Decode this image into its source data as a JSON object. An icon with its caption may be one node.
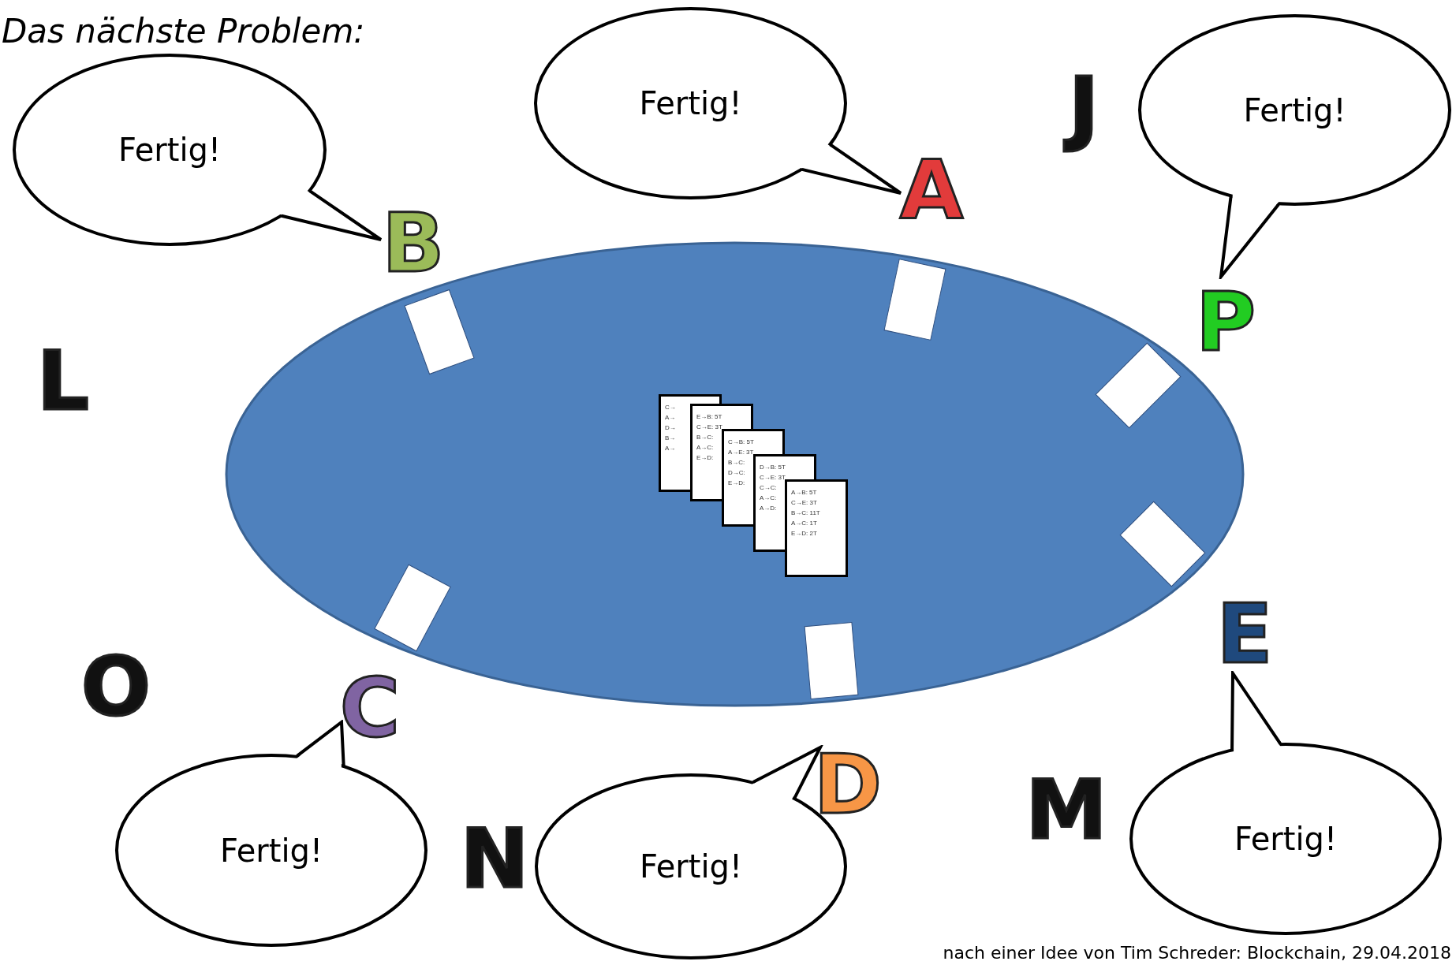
{
  "diagram": {
    "title": "Das nächste Problem:",
    "caption": "nach einer Idee von Tim Schreder: Blockchain, 29.04.2018",
    "nodes": [
      {
        "text": [
          "Fertig!"
        ]
      },
      {
        "text": [
          "Fertig!"
        ]
      },
      {
        "text": [
          "Fertig!"
        ]
      },
      {
        "text": [
          "Fertig!"
        ]
      },
      {
        "text": [
          "Fertig!"
        ]
      },
      {
        "text": [
          "Fertig!"
        ]
      },
      {
        "text": [],
        "shape": "ellipse"
      },
      {
        "text": [],
        "shape": "box",
        "in": 6
      },
      {
        "text": [],
        "shape": "box",
        "in": 6
      },
      {
        "text": [],
        "shape": "box",
        "in": 6
      },
      {
        "text": [],
        "shape": "box",
        "in": 6
      },
      {
        "text": [],
        "shape": "box",
        "in": 6
      },
      {
        "text": [],
        "shape": "box",
        "in": 6
      },
      {
        "text": [
          "C→",
          "A→",
          "D→",
          "B→",
          "A→"
        ],
        "in": 6
      },
      {
        "text": [
          "E→B: 5T",
          "C→E: 3T",
          "B→C:",
          "A→C:",
          "E→D:"
        ],
        "in": 6
      },
      {
        "text": [
          "C→B: 5T",
          "A→E: 3T",
          "B→C:",
          "D→C:",
          "E→D:"
        ],
        "in": 6
      },
      {
        "text": [
          "D→B: 5T",
          "C→E: 3T",
          "C→C:",
          "A→C:",
          "A→D:"
        ],
        "in": 6
      },
      {
        "text": [
          "A→B: 5T",
          "C→E: 3T",
          "B→C: 11T",
          "A→C: 1T",
          "E→D: 2T"
        ],
        "in": 6
      }
    ],
    "labels": [
      "J",
      "A",
      "B",
      "P",
      "L",
      "E",
      "O",
      "C",
      "D",
      "M",
      "N"
    ]
  }
}
